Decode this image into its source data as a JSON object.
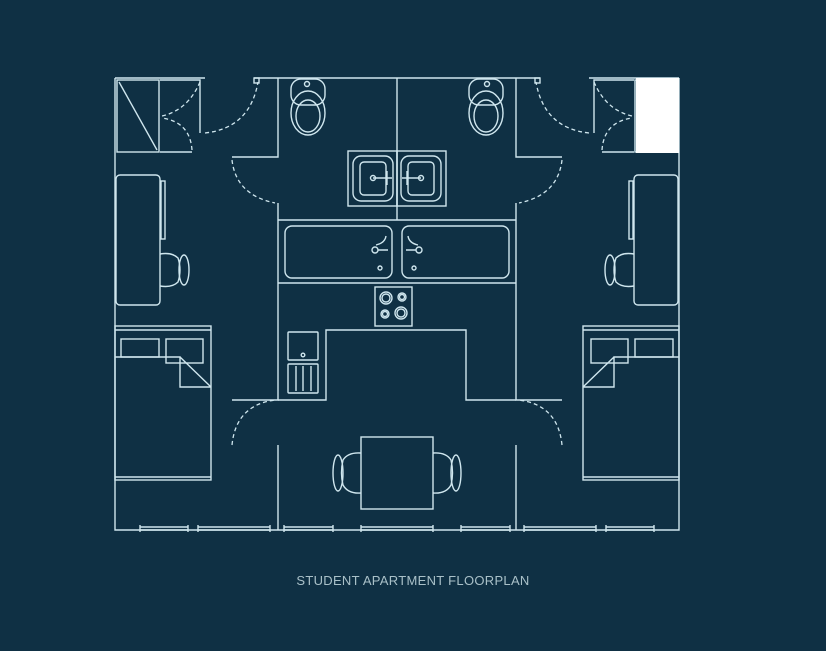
{
  "caption": "STUDENT APARTMENT FLOORPLAN",
  "colors": {
    "background": "#0f3044",
    "lines": "#cfe6ee",
    "caption": "#a9c0c8"
  },
  "rooms": [
    "bedroom-left",
    "bedroom-right",
    "bathroom-left",
    "bathroom-right",
    "kitchen",
    "dining"
  ]
}
